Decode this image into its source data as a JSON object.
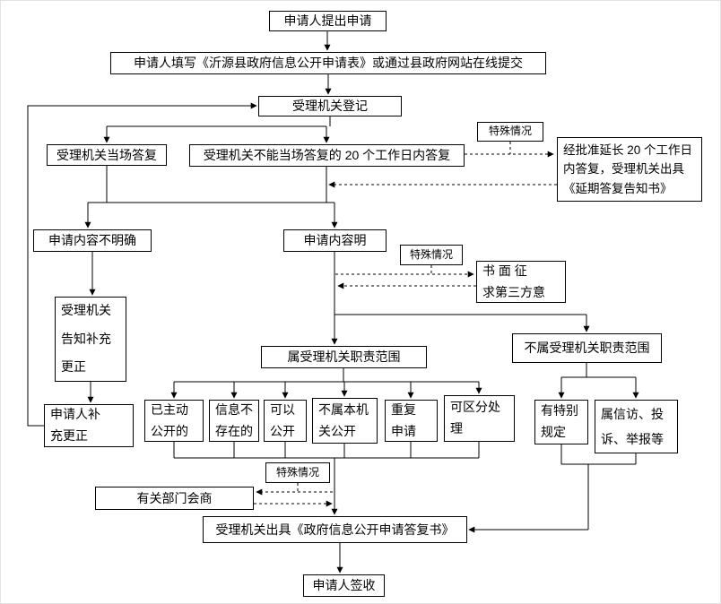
{
  "title": "政府信息公开申请办理流程图",
  "colors": {
    "line": "#000000",
    "box_border": "#000000",
    "box_background": "#ffffff",
    "text": "#000000",
    "page_background": "#ffffff"
  },
  "boxes": {
    "apply": {
      "text": "申请人提出申请"
    },
    "fill": {
      "text": "申请人填写《沂源县政府信息公开申请表》或通过县政府网站在线提交"
    },
    "register": {
      "text": "受理机关登记"
    },
    "onspot": {
      "text": "受理机关当场答复"
    },
    "not_onspot": {
      "text": "受理机关不能当场答复的 20 个工作日内答复"
    },
    "special1": {
      "text": "特殊情况"
    },
    "extend": {
      "lines": [
        "经批准延长 20 个工作日",
        "内答复，受理机关出具",
        "《延期答复告知书》"
      ]
    },
    "unclear": {
      "text": "申请内容不明确"
    },
    "clear": {
      "text": "申请内容明"
    },
    "special2": {
      "text": "特殊情况"
    },
    "third_party": {
      "lines": [
        "书 面 征",
        "求第三方意"
      ]
    },
    "notify": {
      "lines": [
        "受理机关",
        "告知补充",
        "更正"
      ]
    },
    "supplement": {
      "lines": [
        "申请人补",
        "充更正"
      ]
    },
    "in_scope": {
      "text": "属受理机关职责范围"
    },
    "out_scope": {
      "text": "不属受理机关职责范围"
    },
    "already_public": {
      "lines": [
        "已主动",
        "公开的"
      ]
    },
    "not_exist": {
      "lines": [
        "信息不",
        "存在的"
      ]
    },
    "can_public": {
      "lines": [
        "可以",
        "公开"
      ]
    },
    "not_this_org": {
      "lines": [
        "不属本机",
        "关公开"
      ]
    },
    "repeat_apply": {
      "lines": [
        "重复",
        "申请"
      ]
    },
    "separable": {
      "lines": [
        "可区分处",
        "理"
      ]
    },
    "special_rule": {
      "lines": [
        "有特别",
        "规定"
      ]
    },
    "petition": {
      "lines": [
        "属信访、投",
        "诉、举报等"
      ]
    },
    "special3": {
      "text": "特殊情况"
    },
    "consult": {
      "text": "有关部门会商"
    },
    "reply": {
      "text": "受理机关出具《政府信息公开申请答复书》"
    },
    "sign": {
      "text": "申请人签收"
    }
  }
}
